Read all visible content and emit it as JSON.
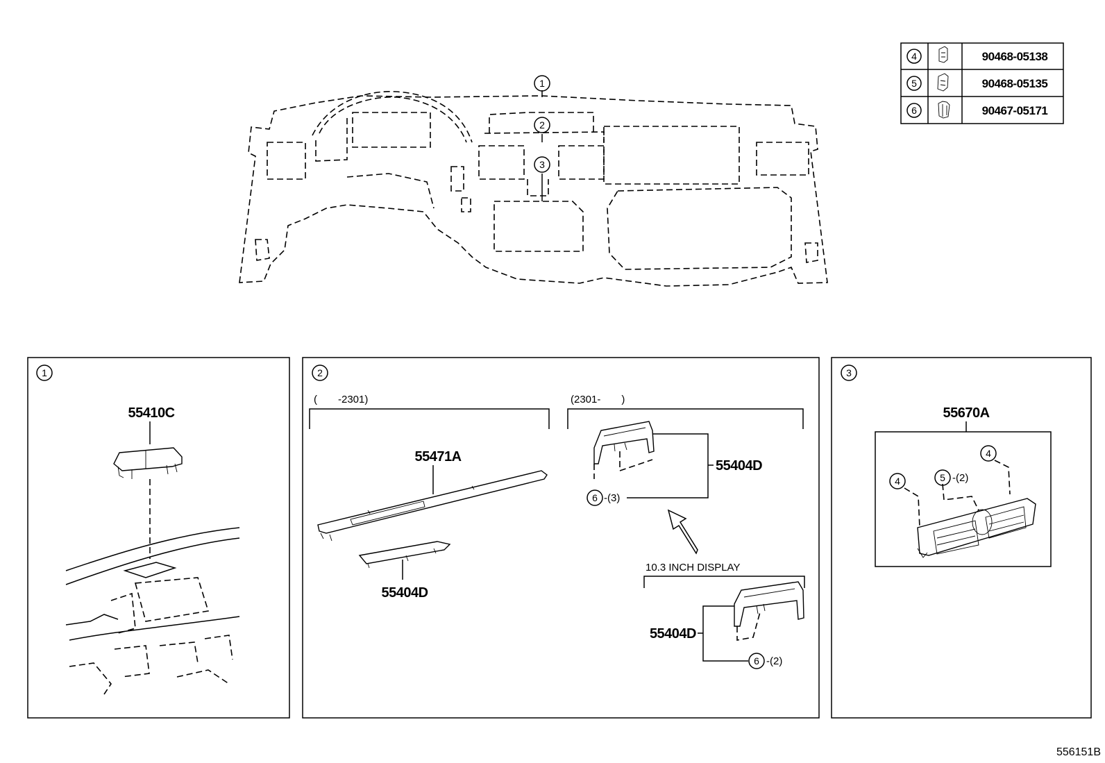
{
  "fastener_table": [
    {
      "ref": "4",
      "part_no": "90468-05138"
    },
    {
      "ref": "5",
      "part_no": "90468-05135"
    },
    {
      "ref": "6",
      "part_no": "90467-05171"
    }
  ],
  "overview": {
    "callouts": [
      "1",
      "2",
      "3"
    ]
  },
  "panel1": {
    "number": "1",
    "part": "55410C"
  },
  "panel2": {
    "number": "2",
    "range_left": "(　　-2301)",
    "range_right": "(2301-　　)",
    "part_panel": "55471A",
    "part_lower": "55404D",
    "part_upper_right": "55404D",
    "clip_ref_upper": "6",
    "clip_qty_upper": "-(3)",
    "display_label": "10.3 INCH DISPLAY",
    "part_display": "55404D",
    "clip_ref_display": "6",
    "clip_qty_display": "-(2)"
  },
  "panel3": {
    "number": "3",
    "part": "55670A",
    "clip4_left": "4",
    "clip4_right": "4",
    "clip5": "5",
    "clip5_qty": "-(2)"
  },
  "diagram_id": "556151B"
}
